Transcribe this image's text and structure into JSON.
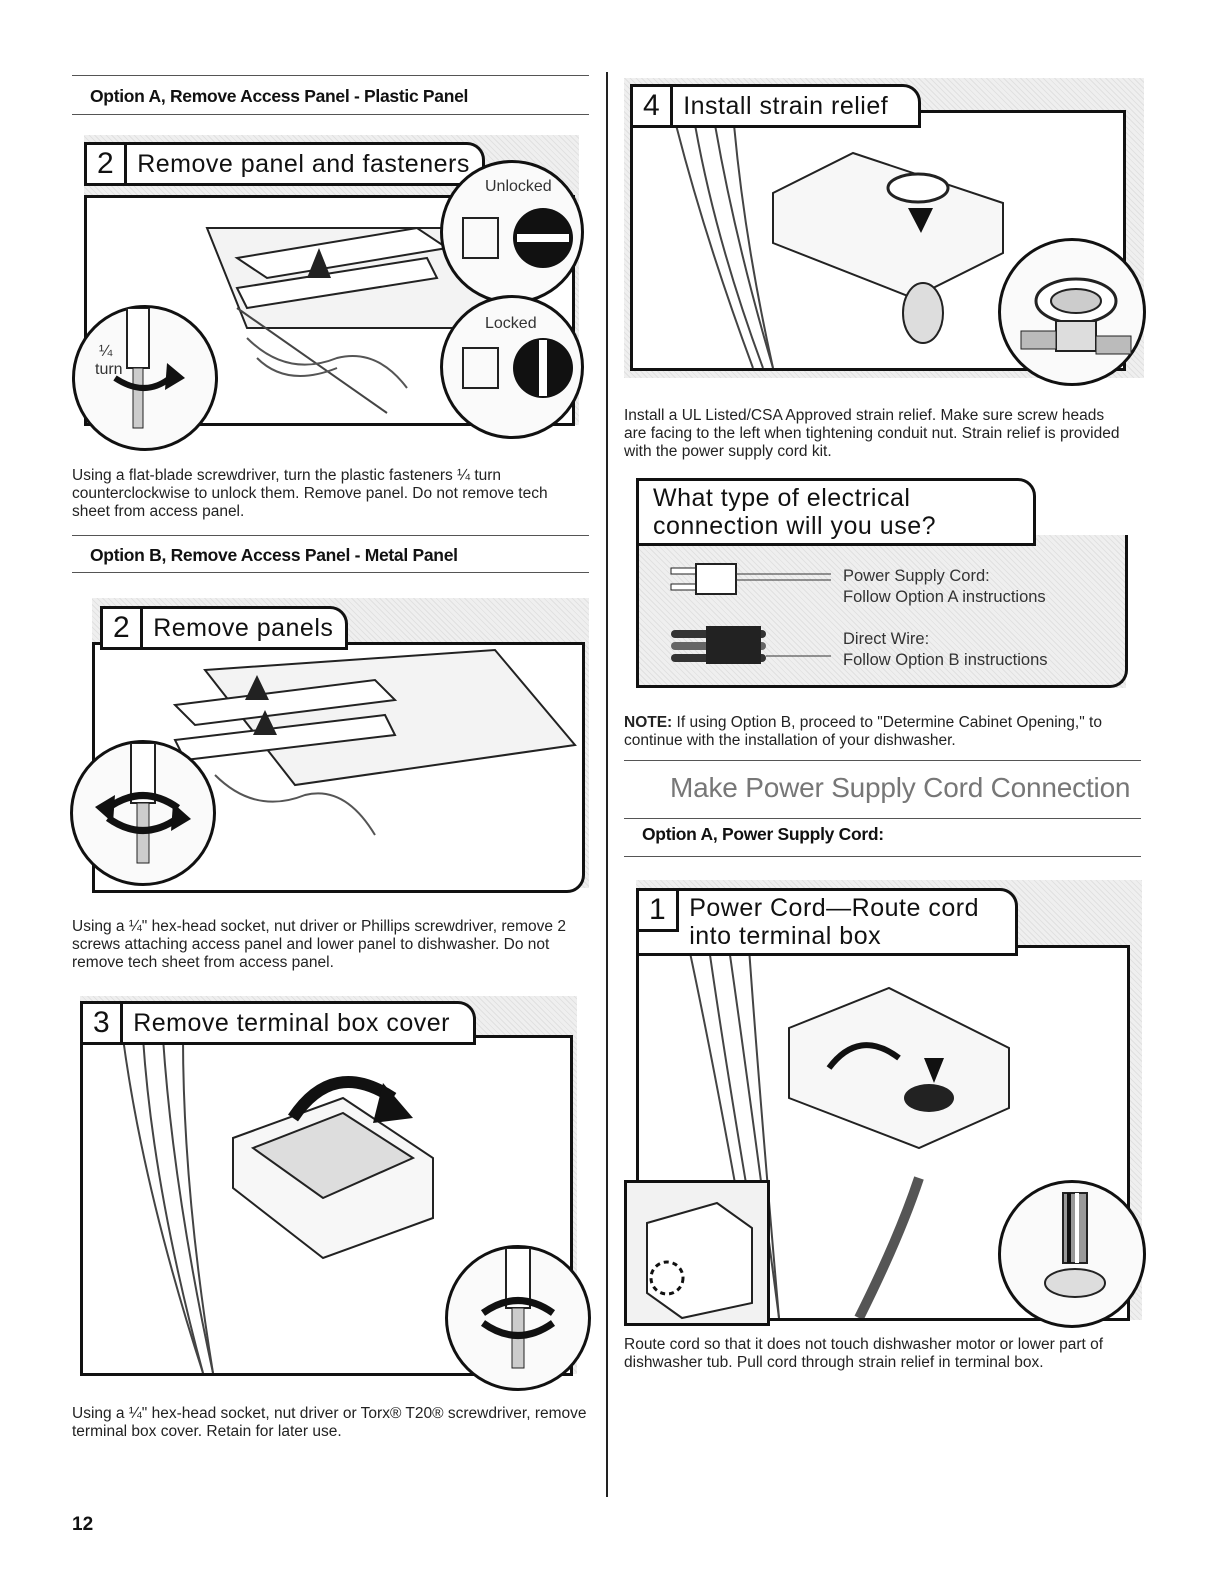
{
  "left": {
    "option_a_heading": "Option A, Remove Access Panel - Plastic Panel",
    "fig_step2a": {
      "num": "2",
      "title": "Remove panel and fasteners",
      "unlocked": "Unlocked",
      "locked": "Locked",
      "quarter": "¼",
      "turn": "turn"
    },
    "option_a_text": "Using a flat-blade screwdriver, turn the plastic fasteners ¼ turn counterclockwise to unlock them. Remove panel. Do not remove tech sheet from access panel.",
    "option_b_heading": "Option B, Remove Access Panel - Metal Panel",
    "fig_step2b": {
      "num": "2",
      "title": "Remove panels"
    },
    "option_b_text": "Using a ¼\" hex-head socket, nut driver or Phillips screwdriver, remove 2 screws attaching access panel and lower panel to dishwasher. Do not remove tech sheet from access panel.",
    "fig_step3": {
      "num": "3",
      "title": "Remove terminal box cover"
    },
    "step3_text": "Using a ¼\" hex-head socket, nut driver or Torx® T20® screwdriver, remove terminal box cover. Retain for later use."
  },
  "right": {
    "fig_step4": {
      "num": "4",
      "title": "Install strain relief"
    },
    "step4_text": "Install a UL Listed/CSA Approved strain relief. Make sure screw heads are facing to the left when tightening conduit nut. Strain relief is provided with the power supply cord kit.",
    "connection_box": {
      "title_line1": "What type of electrical",
      "title_line2": "connection will you use?",
      "cord_line1": "Power Supply Cord:",
      "cord_line2": "Follow Option A instructions",
      "wire_line1": "Direct Wire:",
      "wire_line2": "Follow Option B instructions"
    },
    "note_label": "NOTE:",
    "note_text": " If using Option B, proceed to \"Determine Cabinet Opening,\" to continue with the installation of your dishwasher.",
    "section_title": "Make Power Supply Cord Connection",
    "option_a_cord_heading": "Option A, Power Supply Cord:",
    "fig_step1": {
      "num": "1",
      "title_line1": "Power Cord—Route cord",
      "title_line2": "into terminal box"
    },
    "step1_text": "Route cord so that it does not touch dishwasher motor or lower part of dishwasher tub. Pull cord through strain relief in terminal box."
  },
  "page_number": "12"
}
